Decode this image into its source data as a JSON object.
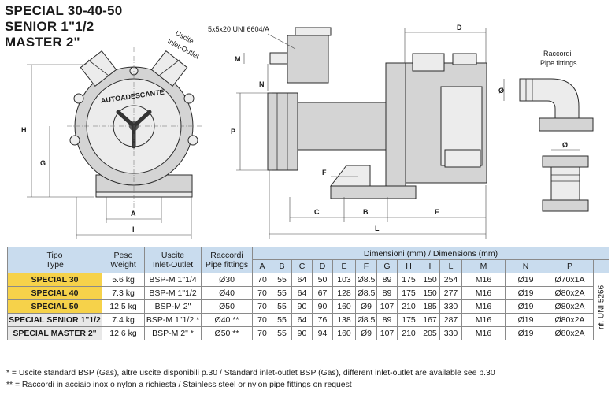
{
  "title": {
    "line1": "SPECIAL  30-40-50",
    "line2": "SENIOR 1\"1/2",
    "line3": "MASTER 2\""
  },
  "drawing": {
    "outlet_label_it": "Uscite",
    "outlet_label_en": "Inlet-Outlet",
    "body_label": "AUTOADESCANTE",
    "key_label": "5x5x20 UNI 6604/A",
    "fittings_it": "Raccordi",
    "fittings_en": "Pipe fittings",
    "dim_letters": {
      "H": "H",
      "G": "G",
      "A": "A",
      "I": "I",
      "M": "M",
      "N": "N",
      "P": "P",
      "D": "D",
      "F": "F",
      "C": "C",
      "B": "B",
      "E": "E",
      "L": "L",
      "O1": "Ø",
      "O2": "Ø"
    }
  },
  "table": {
    "headers": {
      "tipo": "Tipo",
      "type": "Type",
      "peso": "Peso",
      "weight": "Weight",
      "uscite": "Uscite",
      "inlet": "Inlet-Outlet",
      "raccordi": "Raccordi",
      "fittings": "Pipe fittings",
      "dimensioni": "Dimensioni (mm) / Dimensions (mm)",
      "cols": [
        "A",
        "B",
        "C",
        "D",
        "E",
        "F",
        "G",
        "H",
        "I",
        "L",
        "M",
        "N",
        "P"
      ]
    },
    "rows": [
      {
        "name": "SPECIAL 30",
        "weight": "5.6 kg",
        "outlet": "BSP-M 1\"1/4",
        "fitting": "Ø30",
        "dims": [
          "70",
          "55",
          "64",
          "50",
          "103",
          "Ø8.5",
          "89",
          "175",
          "150",
          "254",
          "M16",
          "Ø19",
          "Ø70x1A"
        ],
        "style": "y"
      },
      {
        "name": "SPECIAL 40",
        "weight": "7.3 kg",
        "outlet": "BSP-M 1\"1/2",
        "fitting": "Ø40",
        "dims": [
          "70",
          "55",
          "64",
          "67",
          "128",
          "Ø8.5",
          "89",
          "175",
          "150",
          "277",
          "M16",
          "Ø19",
          "Ø80x2A"
        ],
        "style": "y"
      },
      {
        "name": "SPECIAL 50",
        "weight": "12.5 kg",
        "outlet": "BSP-M 2\"",
        "fitting": "Ø50",
        "dims": [
          "70",
          "55",
          "90",
          "90",
          "160",
          "Ø9",
          "107",
          "210",
          "185",
          "330",
          "M16",
          "Ø19",
          "Ø80x2A"
        ],
        "style": "y"
      },
      {
        "name": "SPECIAL SENIOR 1\"1/2",
        "weight": "7.4 kg",
        "outlet": "BSP-M 1\"1/2 *",
        "fitting": "Ø40 **",
        "dims": [
          "70",
          "55",
          "64",
          "76",
          "138",
          "Ø8.5",
          "89",
          "175",
          "167",
          "287",
          "M16",
          "Ø19",
          "Ø80x2A"
        ],
        "style": "g"
      },
      {
        "name": "SPECIAL MASTER 2\"",
        "weight": "12.6 kg",
        "outlet": "BSP-M 2\" *",
        "fitting": "Ø50 **",
        "dims": [
          "70",
          "55",
          "90",
          "94",
          "160",
          "Ø9",
          "107",
          "210",
          "205",
          "330",
          "M16",
          "Ø19",
          "Ø80x2A"
        ],
        "style": "g"
      }
    ],
    "standard": "rif. UNI 5266"
  },
  "footnotes": {
    "line1": "* = Uscite standard BSP (Gas), altre uscite disponibili p.30 / Standard inlet-outlet BSP (Gas), different inlet-outlet are available see p.30",
    "line2": "** = Raccordi in acciaio inox o nylon a richiesta / Stainless steel or nylon pipe fittings on request"
  }
}
